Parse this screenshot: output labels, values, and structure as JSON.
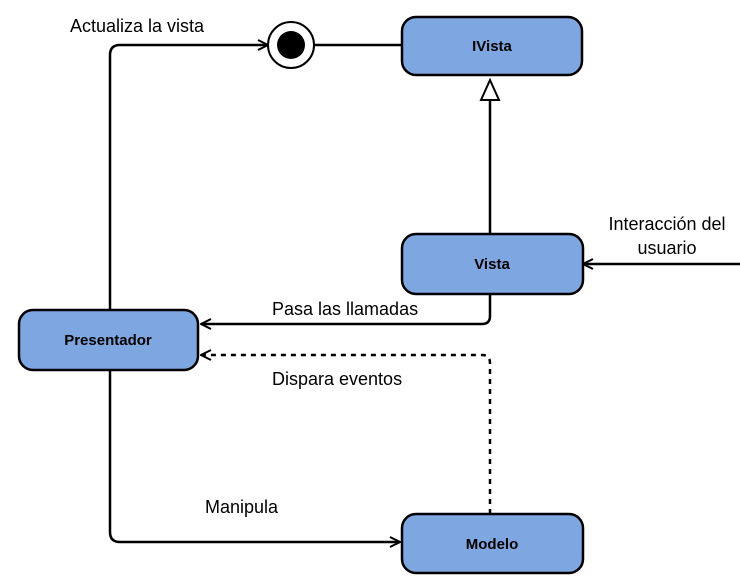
{
  "nodes": {
    "ivista": "IVista",
    "vista": "Vista",
    "presentador": "Presentador",
    "modelo": "Modelo"
  },
  "edges": {
    "actualiza": "Actualiza la vista",
    "interaccion_line1": "Interacción del",
    "interaccion_line2": "usuario",
    "pasa": "Pasa las llamadas",
    "dispara": "Dispara eventos",
    "manipula": "Manipula"
  },
  "colors": {
    "node_fill": "#7ea6e0",
    "stroke": "#000000"
  }
}
